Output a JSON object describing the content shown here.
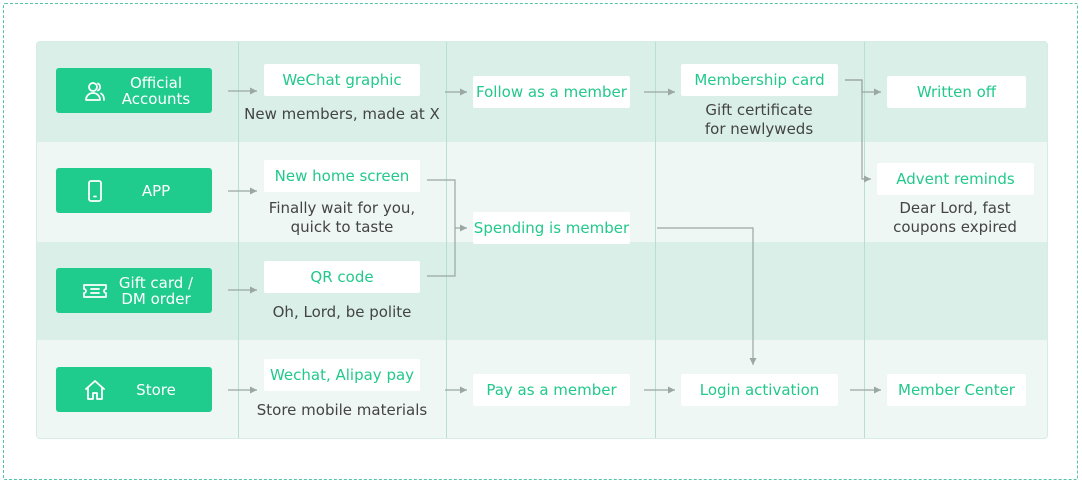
{
  "sources": [
    {
      "label_line1": "Official",
      "label_line2": "Accounts",
      "icon": "users-icon"
    },
    {
      "label_line1": "APP",
      "label_line2": "",
      "icon": "phone-icon"
    },
    {
      "label_line1": "Gift card /",
      "label_line2": "DM order",
      "icon": "ticket-icon"
    },
    {
      "label_line1": "Store",
      "label_line2": "",
      "icon": "home-icon"
    }
  ],
  "touchpoints": [
    {
      "label": "WeChat graphic",
      "desc_line1": "New members, made at X",
      "desc_line2": ""
    },
    {
      "label": "New home screen",
      "desc_line1": "Finally wait for you,",
      "desc_line2": "quick to taste"
    },
    {
      "label": "QR code",
      "desc_line1": "Oh, Lord, be polite",
      "desc_line2": ""
    },
    {
      "label": "Wechat, Alipay pay",
      "desc_line1": "Store mobile materials",
      "desc_line2": ""
    }
  ],
  "conversions": [
    {
      "label": "Follow as a member"
    },
    {
      "label": "Spending is member"
    },
    {
      "label": "Pay as a member"
    }
  ],
  "activation": {
    "membership_card": {
      "label": "Membership card",
      "desc_line1": "Gift certificate",
      "desc_line2": "for newlyweds"
    },
    "login_activation": {
      "label": "Login activation"
    }
  },
  "outcomes": {
    "written_off": {
      "label": "Written off"
    },
    "advent_reminds": {
      "label": "Advent reminds",
      "desc_line1": "Dear Lord, fast",
      "desc_line2": "coupons expired"
    },
    "member_center": {
      "label": "Member Center"
    }
  },
  "colors": {
    "accent": "#1fcc8d",
    "text_accent": "#22c98b",
    "band_dark": "#d9efe8",
    "band_light": "#eef7f4",
    "arrow": "#9aa7a3"
  }
}
